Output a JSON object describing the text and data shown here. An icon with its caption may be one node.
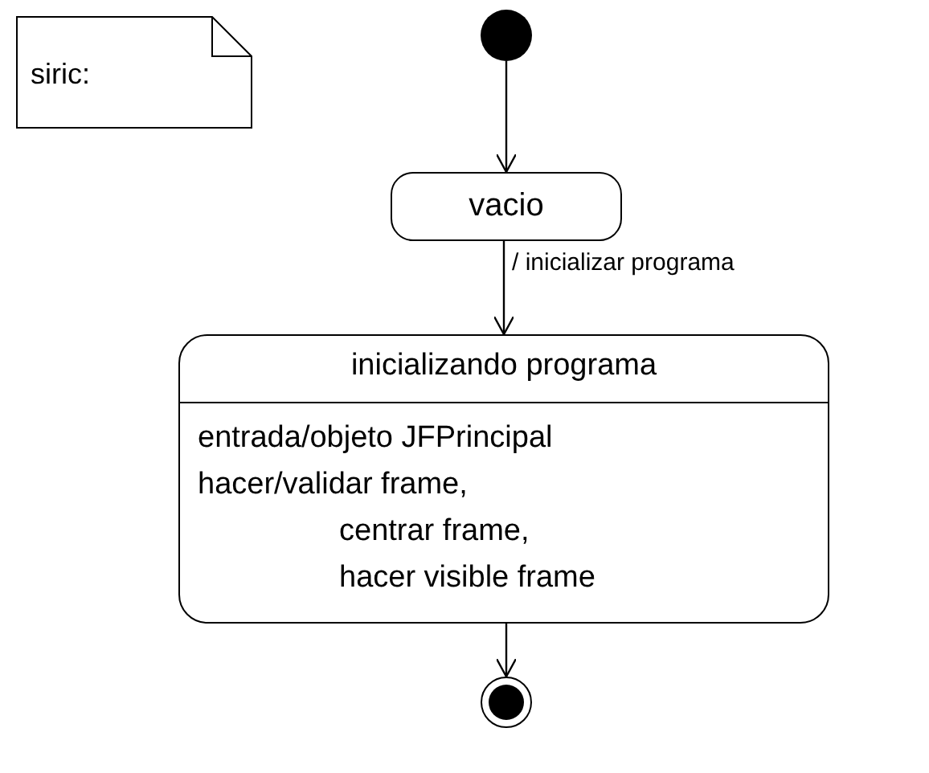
{
  "diagram": {
    "nodes": [
      {
        "text": [
          "siric:"
        ]
      },
      {
        "text": [],
        "shape": "circle"
      },
      {
        "text": [
          "vacio"
        ]
      },
      {
        "text": [
          "inicializando programa",
          "entrada/objeto JFPrincipal",
          "hacer/validar frame,",
          "centrar frame,",
          "hacer visible frame"
        ]
      },
      {
        "text": [],
        "shape": "bullseye"
      }
    ],
    "edges": [
      {
        "from": 1,
        "to": 2,
        "arrow": "to"
      },
      {
        "from": 2,
        "to": 3,
        "arrow": "to",
        "label": "/ inicializar programa"
      },
      {
        "from": 3,
        "to": 4,
        "arrow": "to"
      }
    ]
  }
}
